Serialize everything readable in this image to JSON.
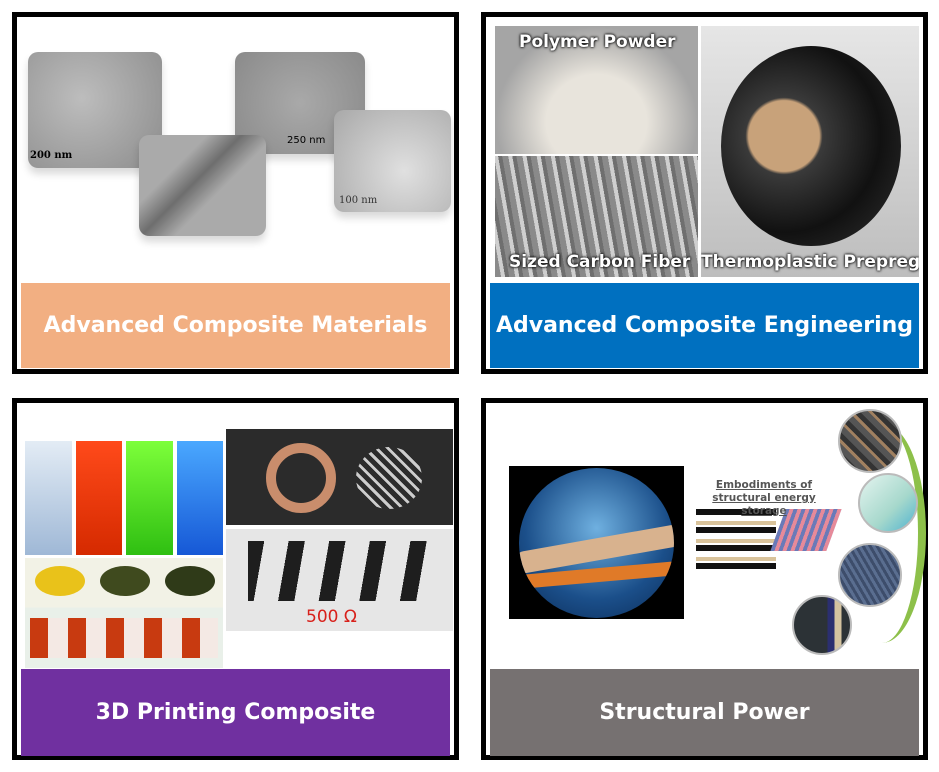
{
  "panels": [
    {
      "title": "Advanced Composite Materials",
      "color": "#F2AF82",
      "scale_labels": [
        "200 nm",
        "250 nm",
        "100 nm"
      ]
    },
    {
      "title": "Advanced Composite Engineering",
      "color": "#0070C0",
      "image_labels": [
        "Polymer Powder",
        "Sized Carbon Fiber",
        "Thermoplastic Prepreg"
      ]
    },
    {
      "title": "3D Printing Composite",
      "color": "#7030A0",
      "resistance_label": "500 Ω"
    },
    {
      "title": "Structural Power",
      "color": "#767171",
      "diagram_title": "Embodiments of structural energy storage"
    }
  ]
}
